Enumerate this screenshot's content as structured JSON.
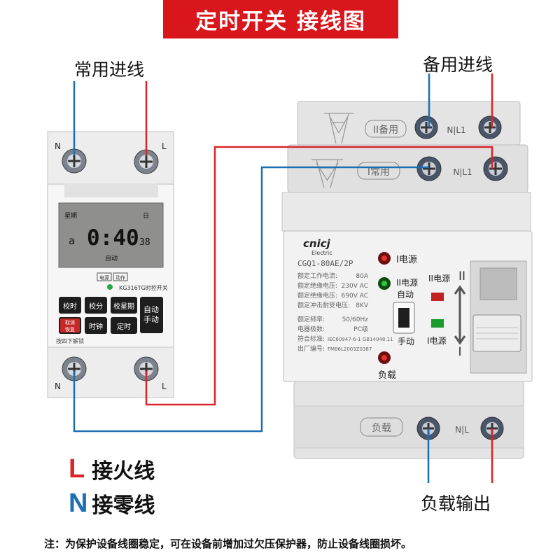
{
  "banner_title": "定时开关 接线图",
  "labels": {
    "common_input": "常用进线",
    "backup_input": "备用进线",
    "load_output": "负载输出"
  },
  "legend": {
    "l_letter": "L",
    "l_text": "接火线",
    "n_letter": "N",
    "n_text": "接零线"
  },
  "note": "注：为保护设备线圈稳定，可在设备前增加过欠压保护器，防止设备线圈损坏。",
  "colors": {
    "live": "#d9262b",
    "neutral": "#1d6fb3",
    "banner": "#d9161c"
  },
  "timer": {
    "terminal_n_top": "N",
    "terminal_l_top": "L",
    "terminal_n_bottom": "N",
    "terminal_l_bottom": "L",
    "lcd_week": "星期",
    "lcd_day": "日",
    "lcd_prefix": "a",
    "lcd_time": "0:40",
    "lcd_seconds": "38",
    "lcd_mode": "自动",
    "indicator_power": "电源",
    "indicator_action": "动作",
    "model": "KG316TG时控开关",
    "buttons": {
      "time_adjust": "校时",
      "minute_adjust": "校分",
      "week_adjust": "校星期",
      "auto_manual": "自动\n手动",
      "cancel_restore": "取消\n恢复",
      "clock": "时钟",
      "timer": "定时"
    },
    "unlock_hint": "按四下解锁"
  },
  "ats": {
    "backup_tag": "II备用",
    "common_tag": "I常用",
    "backup_nl": "N|L1",
    "common_nl": "N|L1",
    "load_tag": "负载",
    "load_nl": "N|L",
    "brand": "cnicj",
    "brand_sub": "Electric",
    "model": "CGQ1-80AE/2P",
    "spec_names": [
      "额定工作电流:",
      "额定绝缘电压:",
      "额定绝缘电压:",
      "额定冲击耐受电压:",
      "额定频率:",
      "电器极数:",
      "符合标准:",
      "出厂编号:"
    ],
    "spec_values": [
      "80A",
      "230V AC",
      "690V AC",
      "8KV",
      "50/60Hz",
      "PC级",
      "IEC60947-6-1 GB14048.11",
      "FM86L2003Z0387"
    ],
    "power1": "I电源",
    "power2": "II电源",
    "auto": "自动",
    "manual": "手动",
    "power1_right": "I电源",
    "load": "负载",
    "pos_top": "II",
    "pos_bottom": "I"
  }
}
